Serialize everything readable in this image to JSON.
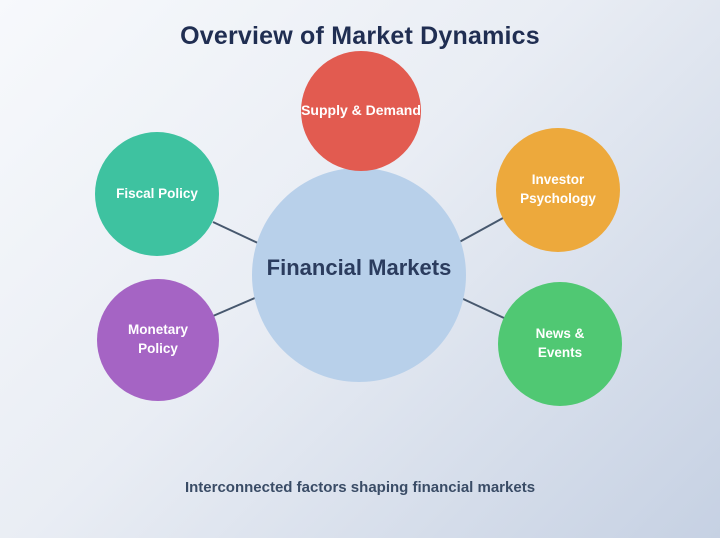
{
  "title": "Overview of Market Dynamics",
  "caption": "Interconnected factors shaping financial markets",
  "diagram": {
    "center_node": {
      "label": "Financial Markets",
      "color": "#b8d0ea",
      "text_color": "#2b3c5e"
    },
    "factor_nodes": [
      {
        "id": "supply-demand",
        "label": "Supply & Demand",
        "color": "#e25b50"
      },
      {
        "id": "fiscal-policy",
        "label": "Fiscal Policy",
        "color": "#3ec2a0"
      },
      {
        "id": "investor-psychology",
        "label": "Investor Psychology",
        "color": "#eda93c"
      },
      {
        "id": "monetary-policy",
        "label": "Monetary Policy",
        "color": "#a564c4"
      },
      {
        "id": "news-events",
        "label": "News & Events",
        "color": "#50c873"
      }
    ],
    "arrow_color": "#47586e"
  },
  "colors": {
    "background_start": "#f7f9fc",
    "background_end": "#c6d1e3",
    "title_text": "#202e52",
    "caption_text": "#3a4c66"
  }
}
